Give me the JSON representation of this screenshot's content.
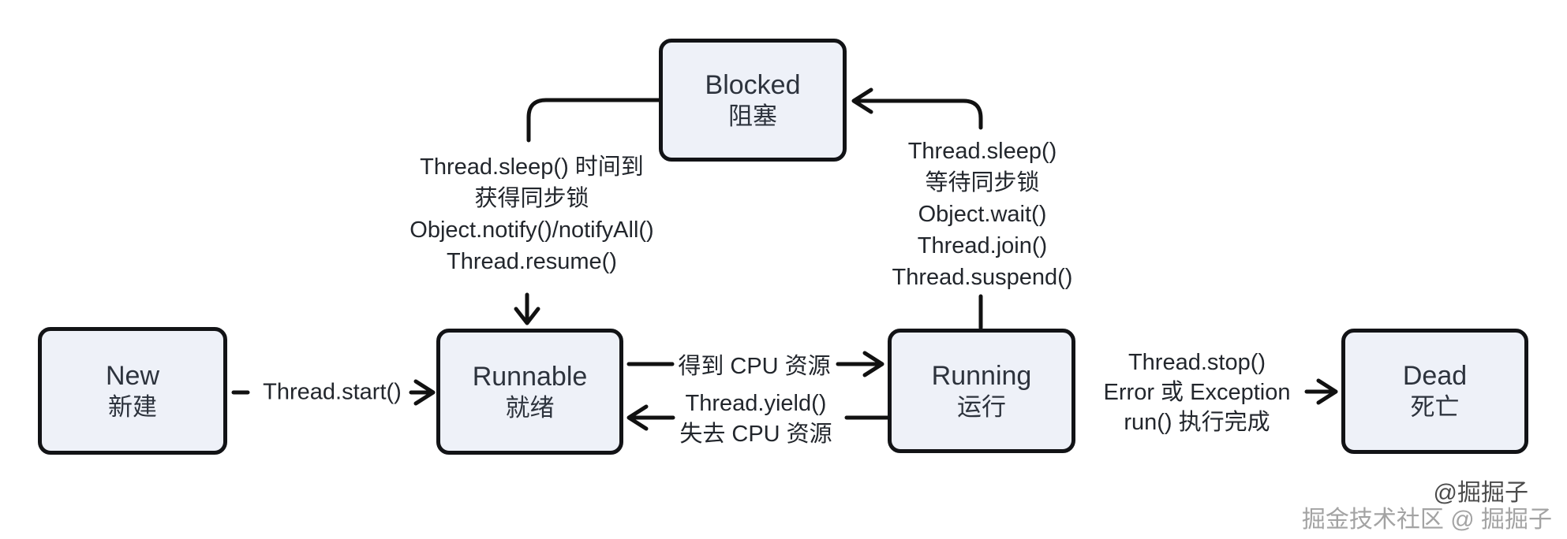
{
  "colors": {
    "box_fill": "#eef1f8",
    "box_border": "#121316",
    "box_text": "#2d333d",
    "line": "#111111",
    "label_text": "#22262c",
    "watermark_primary": "#4b4b4b",
    "watermark_secondary": "#a3a3a3",
    "background": "#ffffff"
  },
  "nodes": {
    "blocked": {
      "en": "Blocked",
      "zh": "阻塞"
    },
    "new": {
      "en": "New",
      "zh": "新建"
    },
    "runnable": {
      "en": "Runnable",
      "zh": "就绪"
    },
    "running": {
      "en": "Running",
      "zh": "运行"
    },
    "dead": {
      "en": "Dead",
      "zh": "死亡"
    }
  },
  "transitions": {
    "new_to_runnable": {
      "label": "Thread.start()"
    },
    "runnable_to_running": {
      "label": "得到 CPU 资源"
    },
    "running_to_runnable": {
      "lines": [
        "Thread.yield()",
        "失去 CPU 资源"
      ]
    },
    "running_to_dead": {
      "lines": [
        "Thread.stop()",
        "Error 或 Exception",
        "run() 执行完成"
      ]
    },
    "blocked_to_runnable": {
      "lines": [
        "Thread.sleep() 时间到",
        "获得同步锁",
        "Object.notify()/notifyAll()",
        "Thread.resume()"
      ]
    },
    "running_to_blocked": {
      "lines": [
        "Thread.sleep()",
        "等待同步锁",
        "Object.wait()",
        "Thread.join()",
        "Thread.suspend()"
      ]
    }
  },
  "watermark": {
    "line1": "@掘掘子",
    "line2": "掘金技术社区 @ 掘掘子"
  }
}
